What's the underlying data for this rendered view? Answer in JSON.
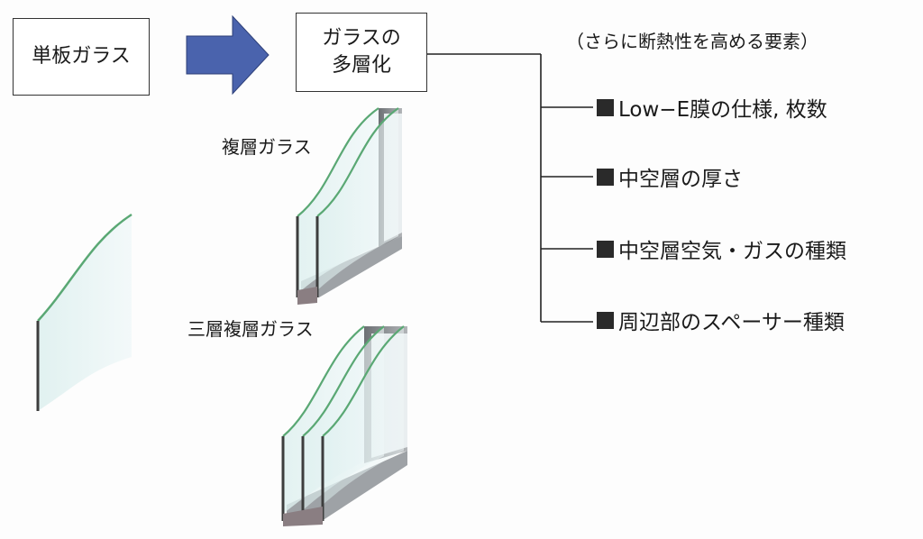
{
  "boxes": {
    "single_glass": "単板ガラス",
    "multi_layer_line1": "ガラスの",
    "multi_layer_line2": "多層化"
  },
  "labels": {
    "double_glazing": "複層ガラス",
    "triple_glazing": "三層複層ガラス"
  },
  "elements": {
    "title": "（さらに断熱性を高める要素）",
    "items": [
      "Low−E膜の仕様, 枚数",
      "中空層の厚さ",
      "中空層空気・ガスの種類",
      "周辺部のスペーサー種類"
    ]
  },
  "colors": {
    "arrow": "#4a63ad",
    "glass_face": "#e6f3f5",
    "glass_edge": "#5aa874",
    "spacer": "#8b8f93"
  }
}
